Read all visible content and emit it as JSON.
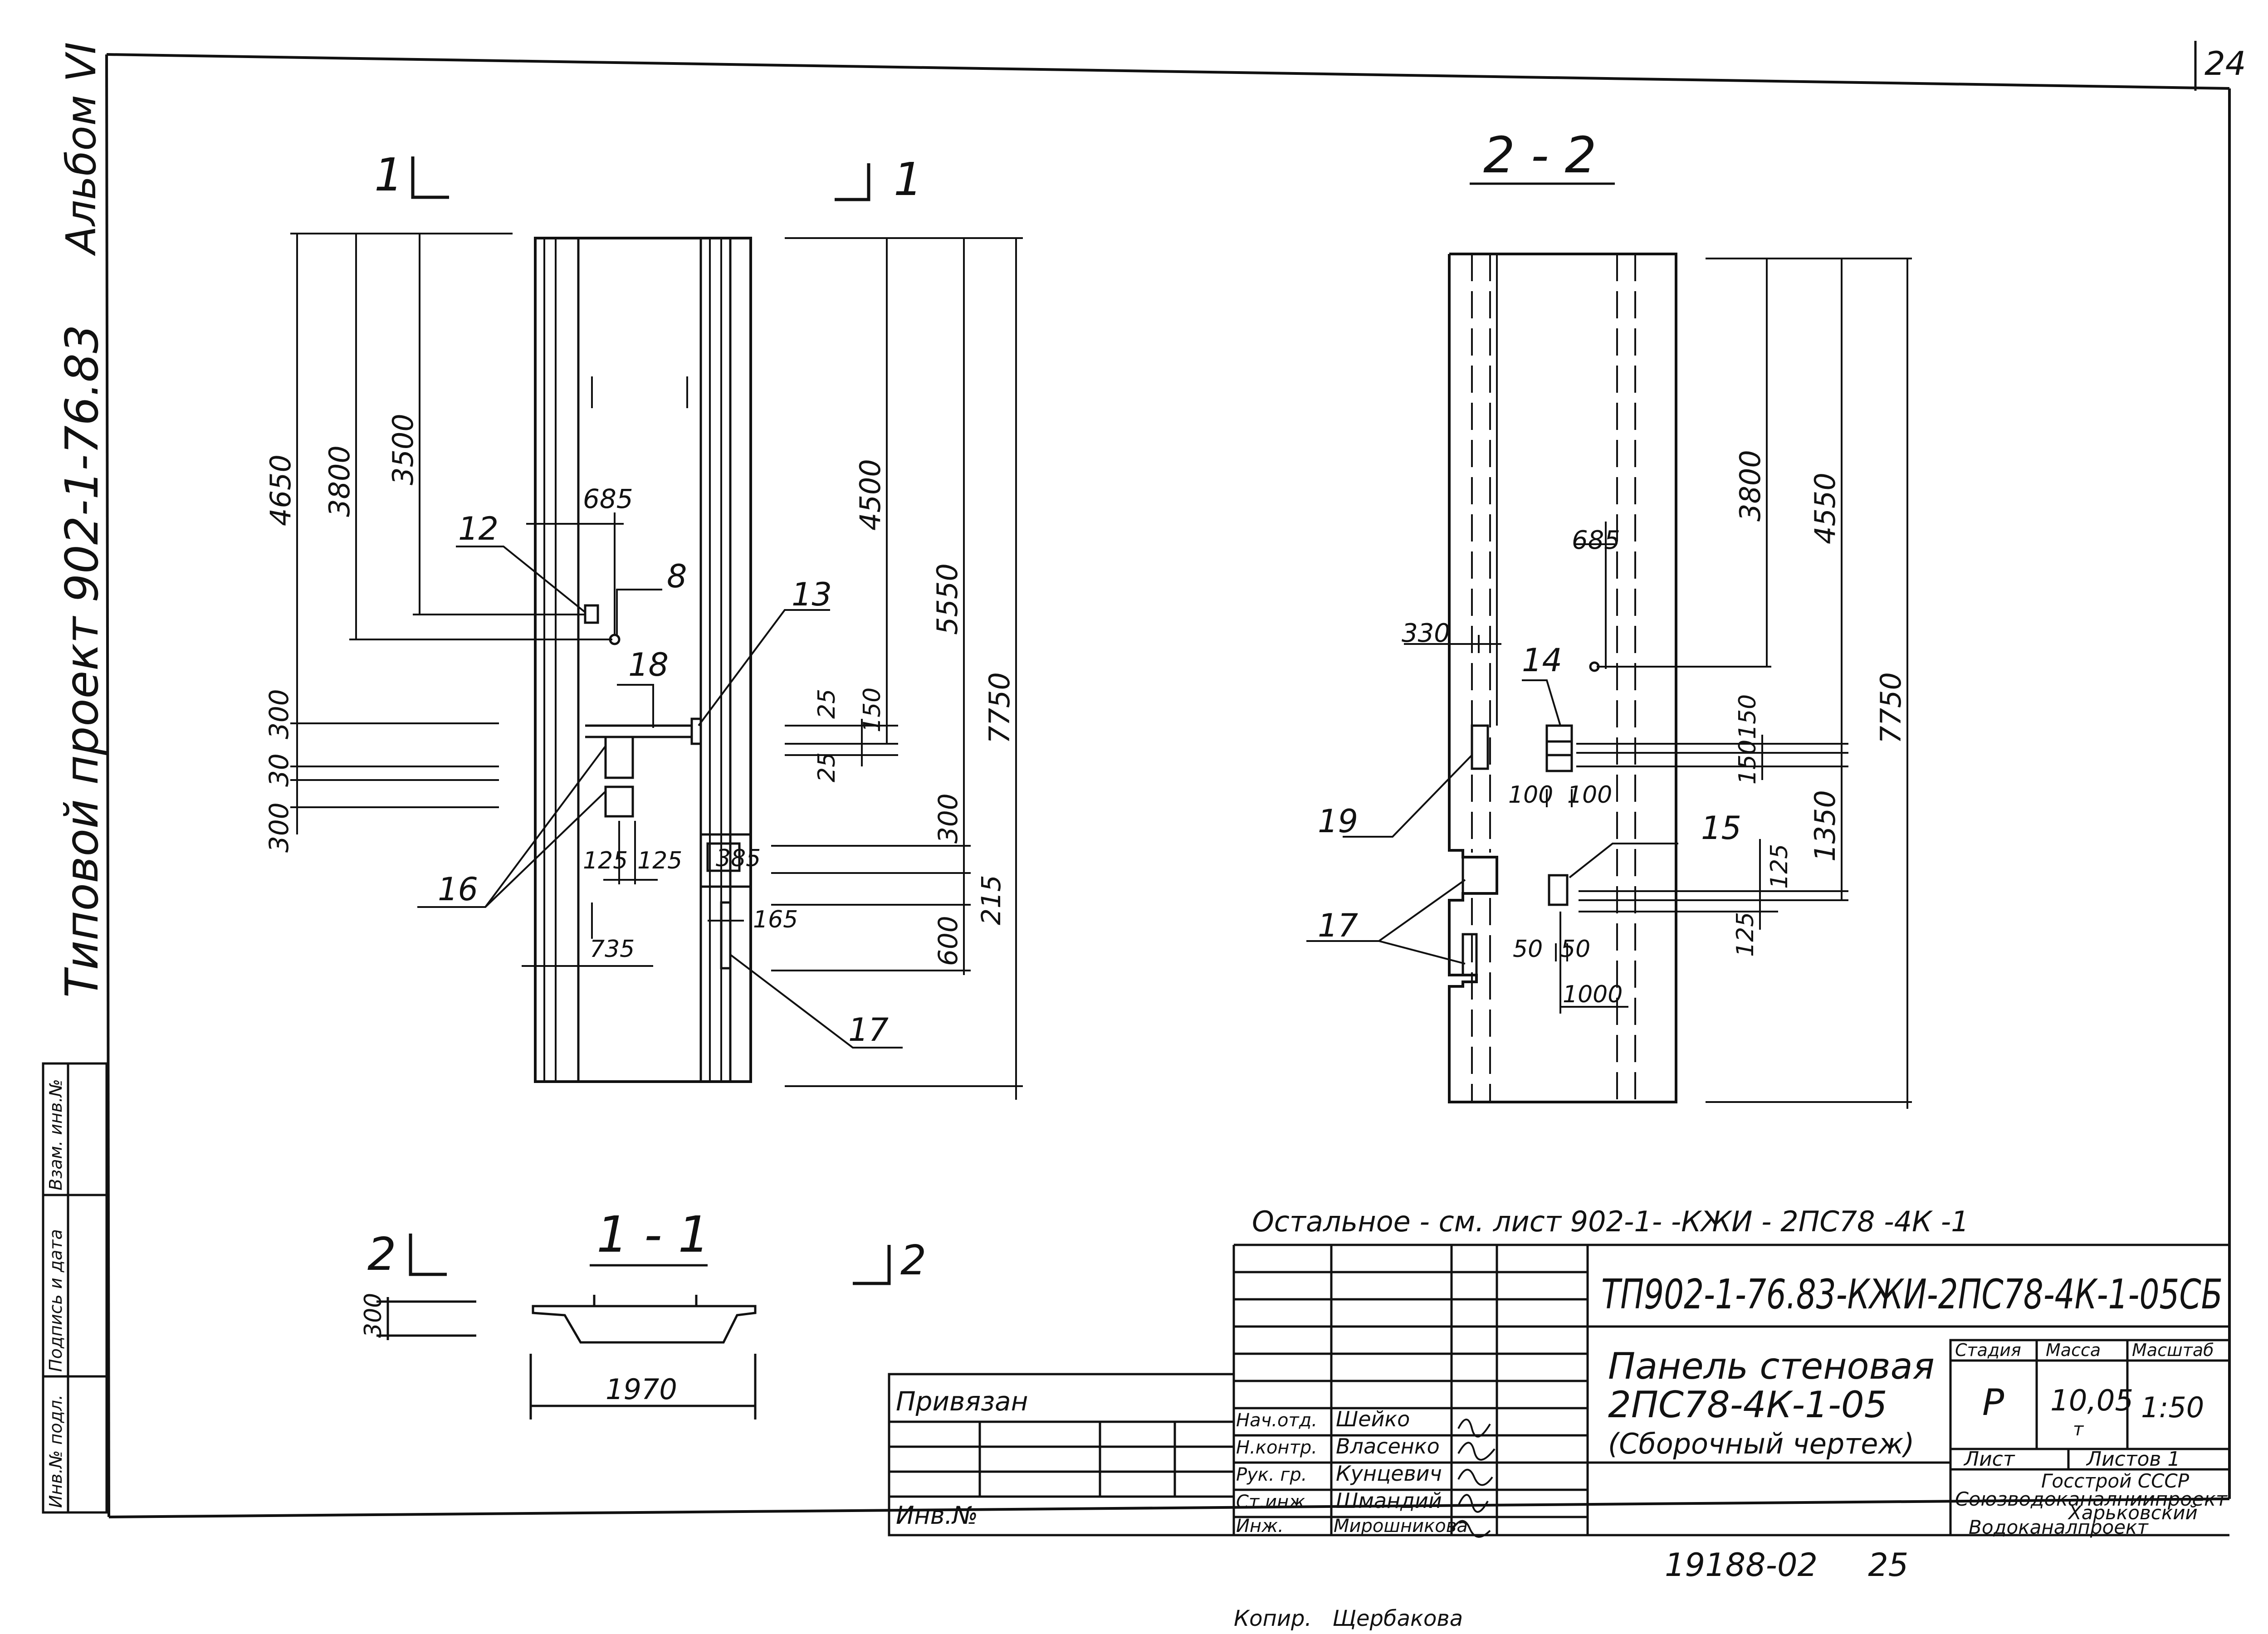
{
  "sheet": {
    "page_number": "24",
    "album": "Альбом VI",
    "project": "Типовой проект  902-1-76.83",
    "copied_by": "Копир.   Щербакова"
  },
  "side_stamp": {
    "cells": [
      "Взам. инв.№",
      "Подпись и дата",
      "Инв.№ подл."
    ]
  },
  "views": {
    "section_mark_1_left": "1",
    "section_mark_1_right": "1",
    "section_mark_2_left": "2",
    "section_mark_2_right": "2",
    "section_22_title": "2 - 2",
    "section_11_title": "1 - 1",
    "section_11_width": "1970",
    "section_11_height": "300"
  },
  "dims_front": {
    "d4650": "4650",
    "d3800": "3800",
    "d3500": "3500",
    "d685": "685",
    "d300a": "300",
    "d30": "30",
    "d300b": "300",
    "d4500": "4500",
    "d5550": "5550",
    "d7750": "7750",
    "d25a": "25",
    "d150": "150",
    "d25b": "25",
    "d125a": "125",
    "d125b": "125",
    "d385": "385",
    "d735": "735",
    "d165": "165",
    "d300c": "300",
    "d215": "215",
    "d600": "600"
  },
  "callouts_front": {
    "c12": "12",
    "c8": "8",
    "c13": "13",
    "c18": "18",
    "c16": "16",
    "c17": "17"
  },
  "dims_section": {
    "d3800": "3800",
    "d4550": "4550",
    "d7750": "7750",
    "d685": "685",
    "d330": "330",
    "d150a": "150",
    "d150b": "150",
    "d1350": "1350",
    "d125a": "125",
    "d125b": "125",
    "d100a": "100",
    "d100b": "100",
    "d50a": "50",
    "d50b": "50",
    "d1000": "1000"
  },
  "callouts_section": {
    "c14": "14",
    "c19": "19",
    "c15": "15",
    "c17": "17"
  },
  "note": "Остальное - см. лист   902-1-    -КЖИ - 2ПС78 -4К -1",
  "title_block": {
    "privyazan": "Привязан",
    "inv_no": "Инв.№",
    "doc_code": "ТП902-1-76.83-КЖИ-2ПС78-4К-1-05СБ",
    "name_line1": "Панель стеновая",
    "name_line2": "2ПС78-4К-1-05",
    "name_line3": "(Сборочный чертеж)",
    "hdr_stage": "Стадия",
    "hdr_mass": "Масса",
    "hdr_scale": "Масштаб",
    "stage": "Р",
    "mass": "10,05",
    "mass_unit": "т",
    "scale": "1:50",
    "sheet_label": "Лист",
    "sheets_label": "Листов 1",
    "org1": "Госстрой СССР",
    "org2": "Союзводоканалниипроект",
    "org3": "Харьковский",
    "org4": "Водоканалпроект",
    "signers": [
      {
        "role": "Нач.отд.",
        "name": "Шейко"
      },
      {
        "role": "Н.контр.",
        "name": "Власенко"
      },
      {
        "role": "Рук. гр.",
        "name": "Кунцевич"
      },
      {
        "role": "Ст.инж.",
        "name": "Шмандий"
      },
      {
        "role": "Инж.",
        "name": "Мирошникова"
      }
    ],
    "archive_no": "19188-02     25"
  }
}
